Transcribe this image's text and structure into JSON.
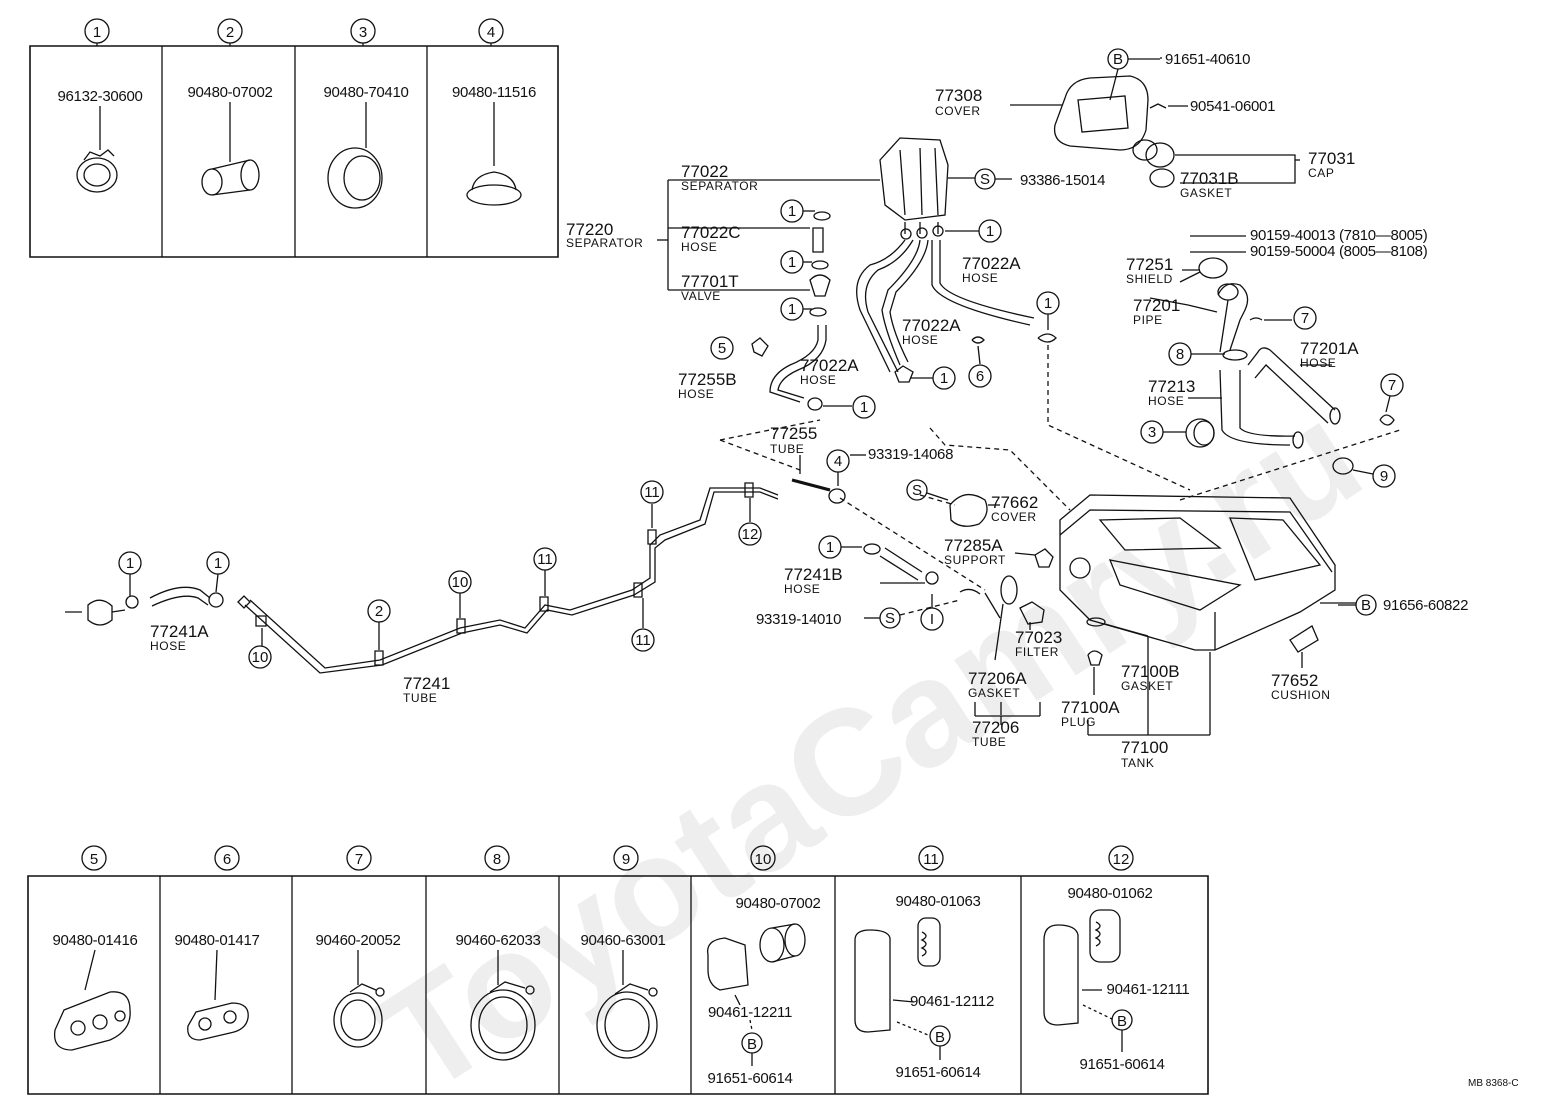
{
  "watermark": "ToyotaCamry.ru",
  "ref_code": "MB  8368-C",
  "top_boxes": [
    {
      "no": "1",
      "part": "96132-30600"
    },
    {
      "no": "2",
      "part": "90480-07002"
    },
    {
      "no": "3",
      "part": "90480-70410"
    },
    {
      "no": "4",
      "part": "90480-11516"
    }
  ],
  "bottom_boxes": [
    {
      "no": "5",
      "parts": [
        "90480-01416"
      ]
    },
    {
      "no": "6",
      "parts": [
        "90480-01417"
      ]
    },
    {
      "no": "7",
      "parts": [
        "90460-20052"
      ]
    },
    {
      "no": "8",
      "parts": [
        "90460-62033"
      ]
    },
    {
      "no": "9",
      "parts": [
        "90460-63001"
      ]
    },
    {
      "no": "10",
      "parts": [
        "90480-07002",
        "90461-12211",
        "B",
        "91651-60614"
      ]
    },
    {
      "no": "11",
      "parts": [
        "90480-01063",
        "90461-12112",
        "B",
        "91651-60614"
      ]
    },
    {
      "no": "12",
      "parts": [
        "90480-01062",
        "90461-12111",
        "B",
        "91651-60614"
      ]
    }
  ],
  "callouts": {
    "c1": "1",
    "c2": "2",
    "c3": "3",
    "c4": "4",
    "c5": "5",
    "c6": "6",
    "c7": "7",
    "c8": "8",
    "c9": "9",
    "c10": "10",
    "c11": "11",
    "c12": "12",
    "S": "S",
    "B": "B",
    "I": "I"
  },
  "labels": {
    "p91651_40610": "91651-40610",
    "p77308": "77308",
    "cover": "COVER",
    "p90541": "90541-06001",
    "p77031": "77031",
    "cap": "CAP",
    "p77031B": "77031B",
    "gasket": "GASKET",
    "p77022": "77022",
    "separator": "SEPARATOR",
    "p93386": "93386-15014",
    "p77220": "77220",
    "p77022C": "77022C",
    "hose": "HOSE",
    "p77701T": "77701T",
    "valve": "VALVE",
    "p77022A": "77022A",
    "p90159a": "90159-40013 (7810—8005)",
    "p90159b": "90159-50004 (8005—8108)",
    "p77251": "77251",
    "shield": "SHIELD",
    "p77201": "77201",
    "pipe": "PIPE",
    "p77201A": "77201A",
    "p77213": "77213",
    "p77255B": "77255B",
    "p77255": "77255",
    "tube": "TUBE",
    "p93319_14068": "93319-14068",
    "p77662": "77662",
    "p77285A": "77285A",
    "support": "SUPPORT",
    "p91656": "91656-60822",
    "p77241B": "77241B",
    "p93319_14010": "93319-14010",
    "p77023": "77023",
    "filter": "FILTER",
    "p77206A": "77206A",
    "p77206": "77206",
    "p77100B": "77100B",
    "p77100A": "77100A",
    "plug": "PLUG",
    "p77100": "77100",
    "tank": "TANK",
    "p77652": "77652",
    "cushion": "CUSHION",
    "p77241A": "77241A",
    "p77241": "77241"
  },
  "colors": {
    "ink": "#111111",
    "watermark": "#eeeeee"
  }
}
